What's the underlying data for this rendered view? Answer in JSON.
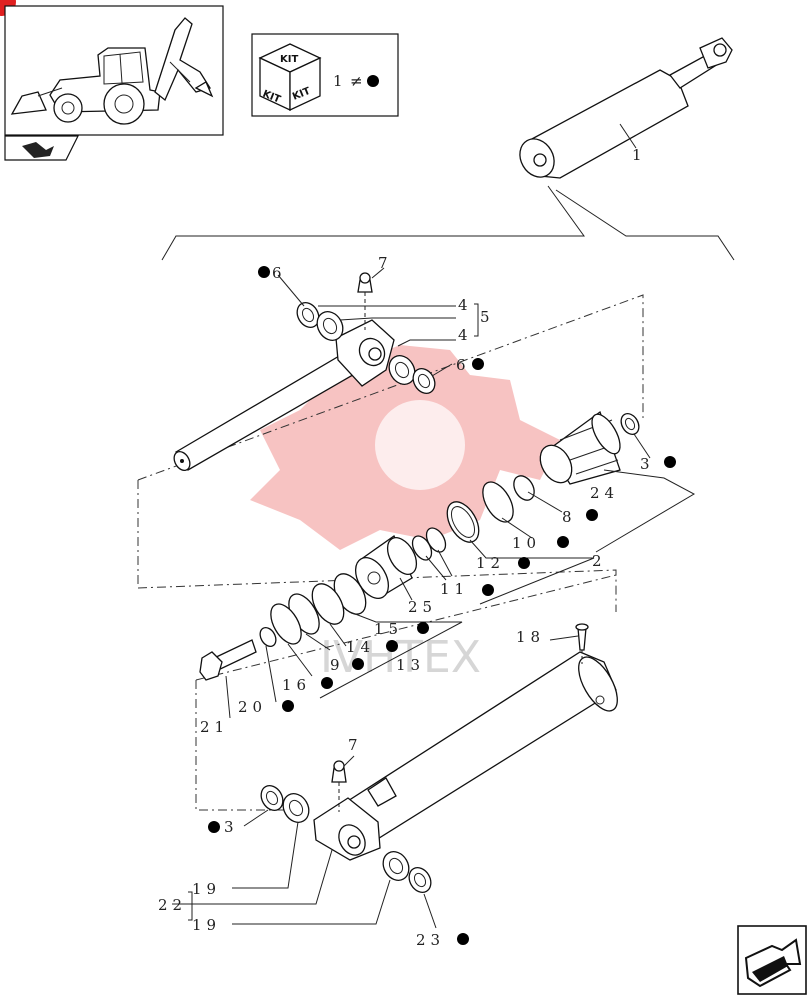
{
  "kit_box": {
    "kit_word": "KIT",
    "ref_number": "1",
    "symbol": "≠"
  },
  "watermark": {
    "text": "IVHTEX"
  },
  "labels": {
    "l1": "1",
    "l2": "2",
    "l3a": "3",
    "l3b": "3",
    "l4a": "4",
    "l4b": "4",
    "l5": "5",
    "l6a": "6",
    "l6b": "6",
    "l7a": "7",
    "l7b": "7",
    "l8": "8",
    "l9": "9",
    "l10": "10",
    "l11": "11",
    "l12": "12",
    "l13": "13",
    "l14": "14",
    "l15": "15",
    "l16": "16",
    "l18": "18",
    "l19a": "19",
    "l19b": "19",
    "l20": "20",
    "l21": "21",
    "l22": "22",
    "l23": "23",
    "l24": "24",
    "l25": "25"
  },
  "icons": {
    "thumbnail": "backhoe-loader-icon",
    "nav_small": "arrow-right-icon",
    "nav_large": "next-page-arrow-icon",
    "kit_marker": "kit-cube-icon",
    "kit_bullet": "filled-dot-icon"
  },
  "colors": {
    "ink": "#111111",
    "watermark": "#e8534f",
    "corner_tab": "#e02020"
  }
}
